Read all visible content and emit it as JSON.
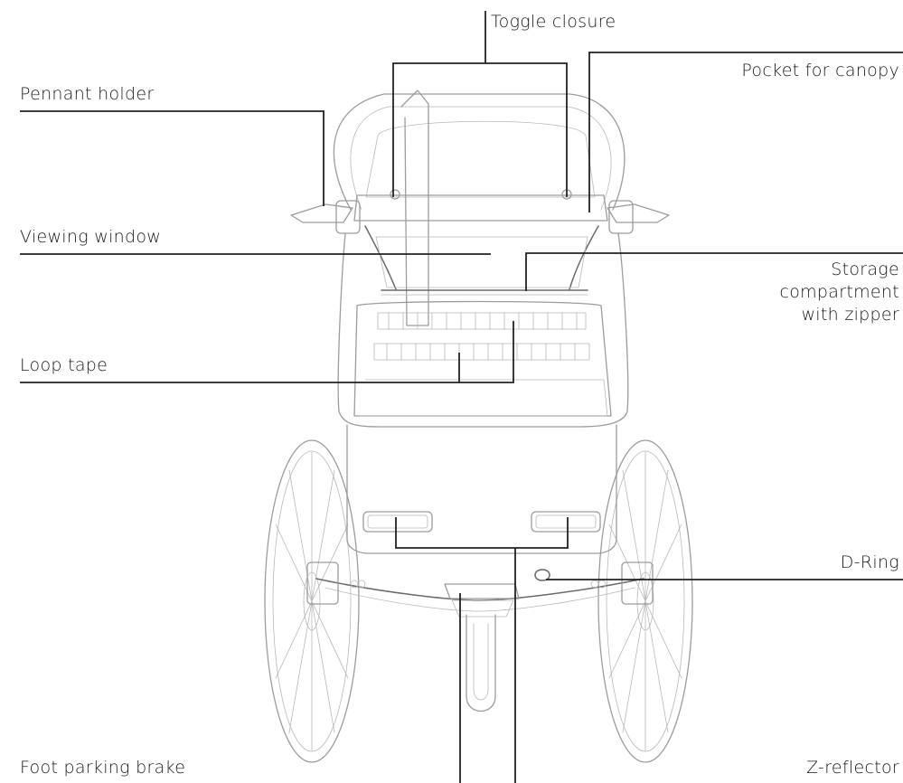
{
  "labels": {
    "toggle_closure": "Toggle closure",
    "pocket_for_canopy": "Pocket for canopy",
    "pennant_holder": "Pennant holder",
    "viewing_window": "Viewing window",
    "storage_line1": "Storage",
    "storage_line2": "compartment",
    "storage_line3": "with zipper",
    "loop_tape": "Loop tape",
    "d_ring": "D-Ring",
    "foot_parking_brake": "Foot parking brake",
    "z_reflector": "Z-reflector"
  }
}
